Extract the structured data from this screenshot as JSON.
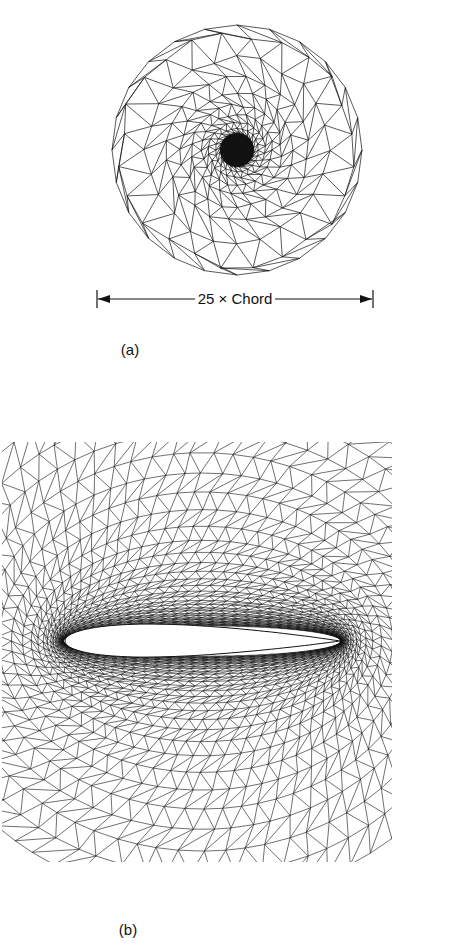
{
  "diagram": {
    "labels": [
      "25 × Chord",
      "(a)",
      "(b)"
    ]
  }
}
